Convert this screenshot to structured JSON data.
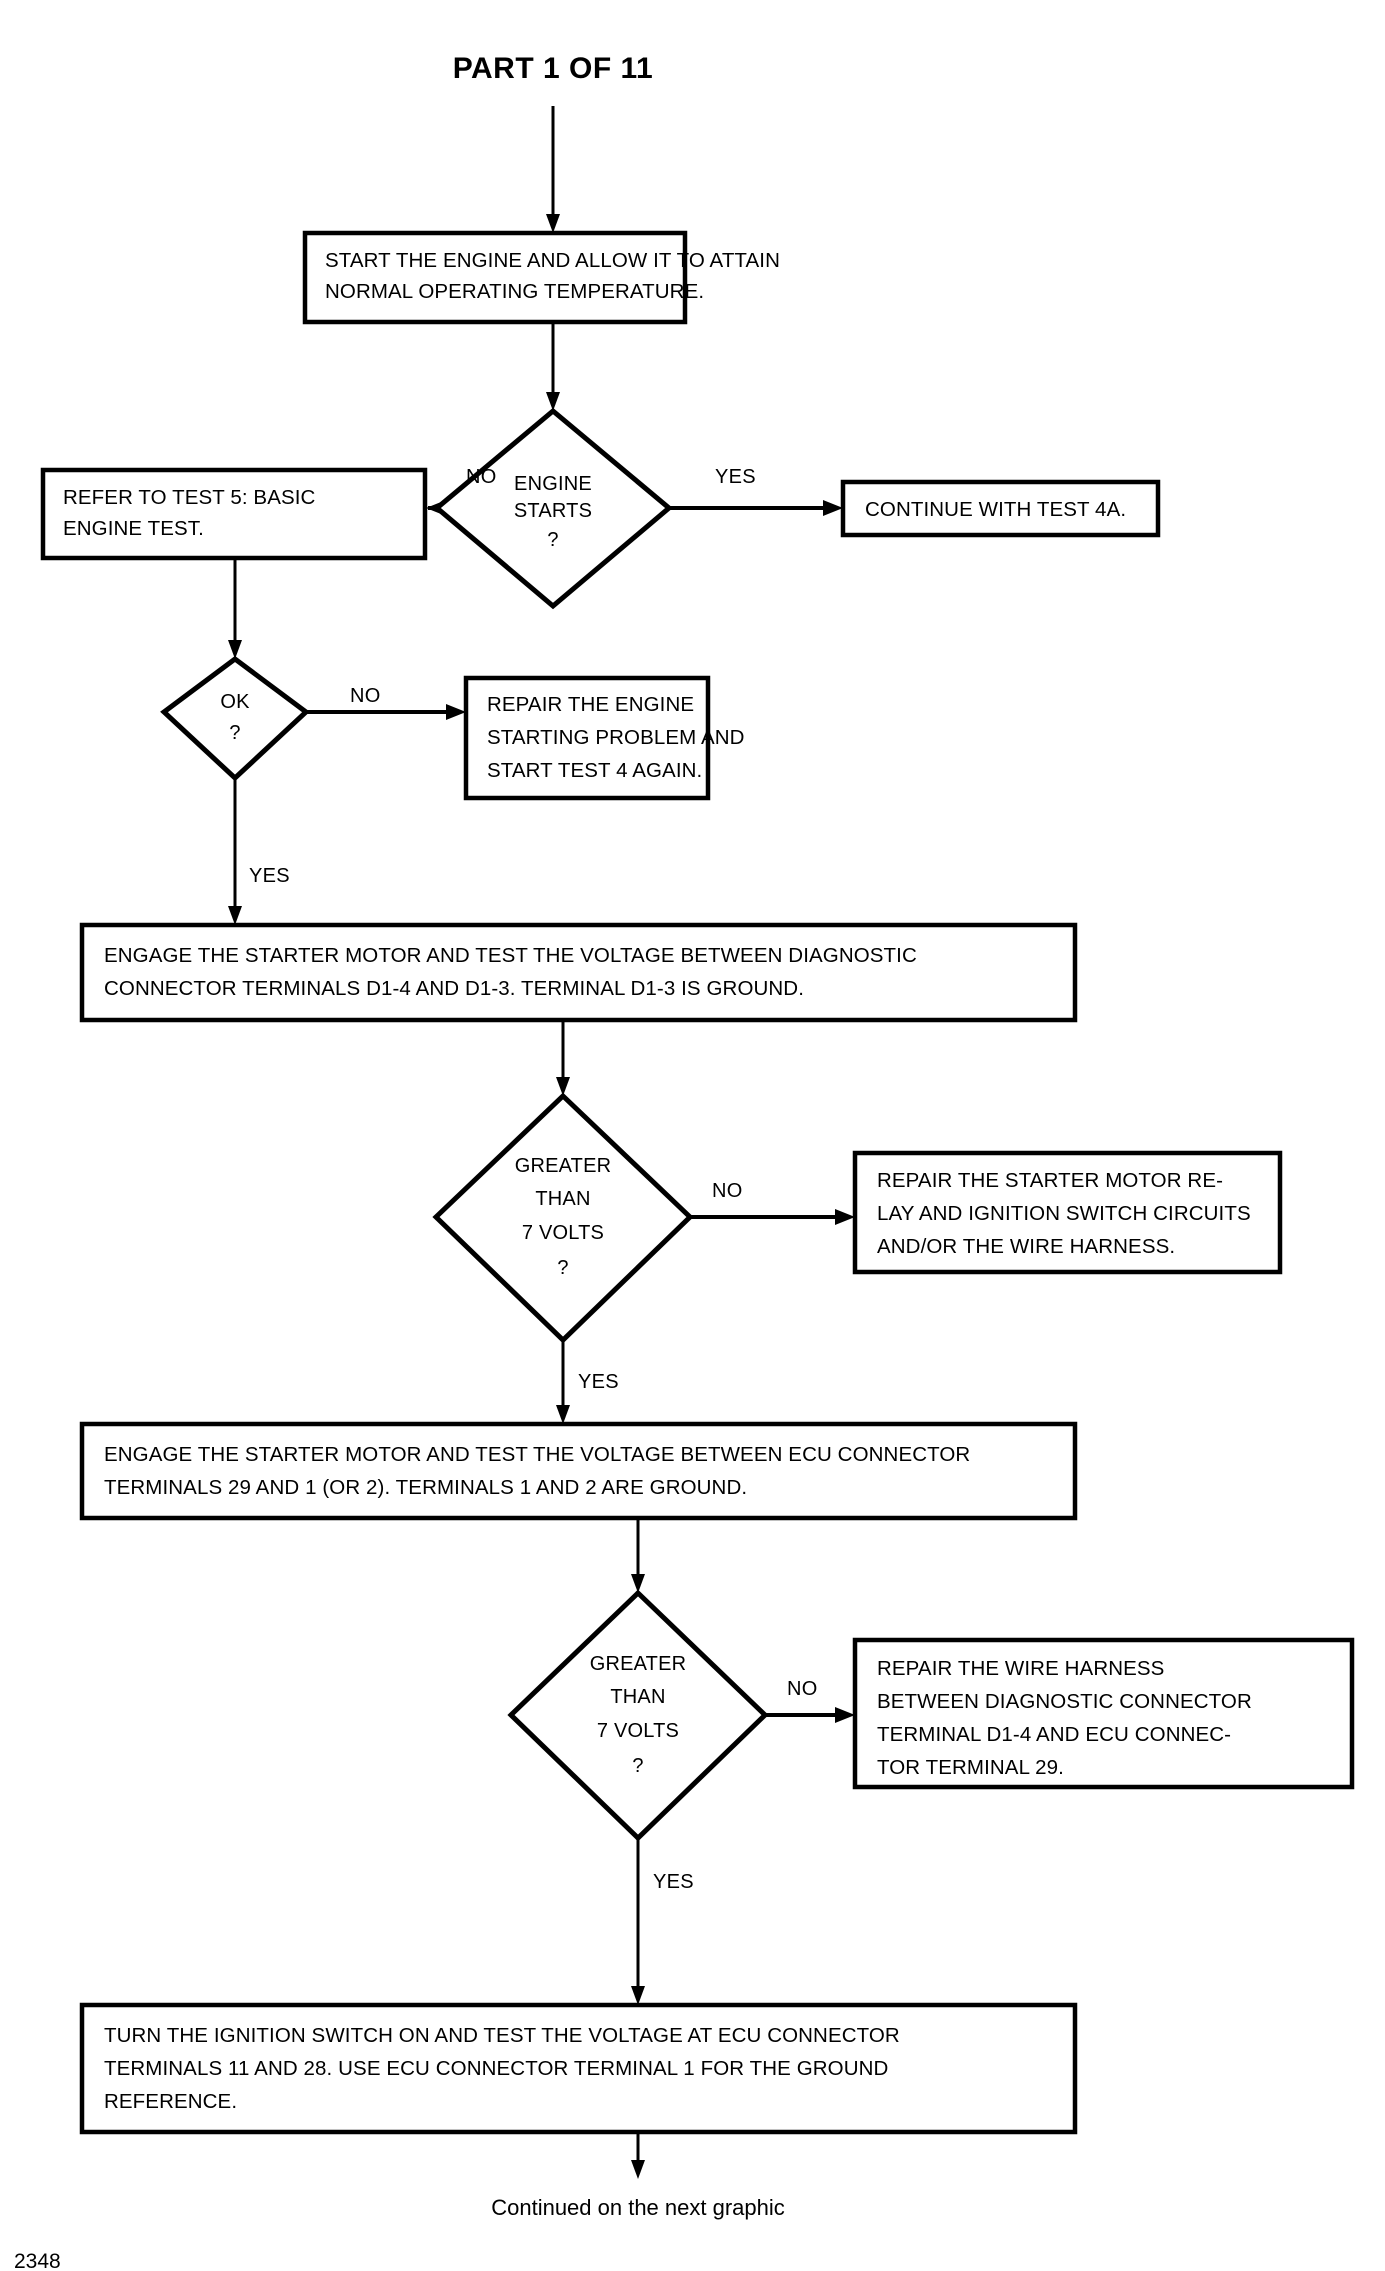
{
  "document": {
    "title": "PART 1 OF 11",
    "footer_note": "Continued on the next graphic",
    "page_number": "2348"
  },
  "labels": {
    "yes": "YES",
    "no": "NO"
  },
  "nodes": {
    "start_engine": {
      "type": "process",
      "lines": [
        "START THE ENGINE AND ALLOW IT TO ATTAIN",
        "NORMAL OPERATING TEMPERATURE."
      ]
    },
    "engine_starts": {
      "type": "decision",
      "lines": [
        "ENGINE",
        "STARTS",
        "?"
      ]
    },
    "refer_test5": {
      "type": "process",
      "lines": [
        "REFER TO TEST 5: BASIC",
        "ENGINE TEST."
      ]
    },
    "continue_test4a": {
      "type": "process",
      "lines": [
        "CONTINUE WITH TEST 4A."
      ]
    },
    "ok_check": {
      "type": "decision",
      "lines": [
        "OK",
        "?"
      ]
    },
    "repair_engine_start": {
      "type": "process",
      "lines": [
        "REPAIR THE ENGINE",
        "STARTING PROBLEM AND",
        "START TEST 4 AGAIN."
      ]
    },
    "engage_starter_diag": {
      "type": "process",
      "lines": [
        "ENGAGE THE STARTER MOTOR AND TEST THE VOLTAGE BETWEEN DIAGNOSTIC",
        "CONNECTOR TERMINALS D1-4 AND D1-3. TERMINAL D1-3 IS GROUND."
      ]
    },
    "greater_7v_1": {
      "type": "decision",
      "lines": [
        "GREATER",
        "THAN",
        "7 VOLTS",
        "?"
      ]
    },
    "repair_relay": {
      "type": "process",
      "lines": [
        "REPAIR THE STARTER MOTOR RE-",
        "LAY AND IGNITION SWITCH CIRCUITS",
        "AND/OR THE WIRE HARNESS."
      ]
    },
    "engage_starter_ecu": {
      "type": "process",
      "lines": [
        "ENGAGE THE STARTER MOTOR AND TEST THE VOLTAGE BETWEEN ECU CONNECTOR",
        "TERMINALS 29 AND 1 (OR 2). TERMINALS 1 AND 2 ARE GROUND."
      ]
    },
    "greater_7v_2": {
      "type": "decision",
      "lines": [
        "GREATER",
        "THAN",
        "7 VOLTS",
        "?"
      ]
    },
    "repair_harness": {
      "type": "process",
      "lines": [
        "REPAIR THE WIRE HARNESS",
        "BETWEEN DIAGNOSTIC CONNECTOR",
        "TERMINAL D1-4 AND ECU CONNEC-",
        "TOR TERMINAL 29."
      ]
    },
    "turn_ignition": {
      "type": "process",
      "lines": [
        "TURN THE IGNITION SWITCH ON AND TEST THE VOLTAGE AT ECU CONNECTOR",
        "TERMINALS 11 AND 28. USE ECU CONNECTOR TERMINAL 1 FOR THE GROUND",
        "REFERENCE."
      ]
    }
  },
  "colors": {
    "ink": "#000000",
    "paper": "#ffffff"
  }
}
